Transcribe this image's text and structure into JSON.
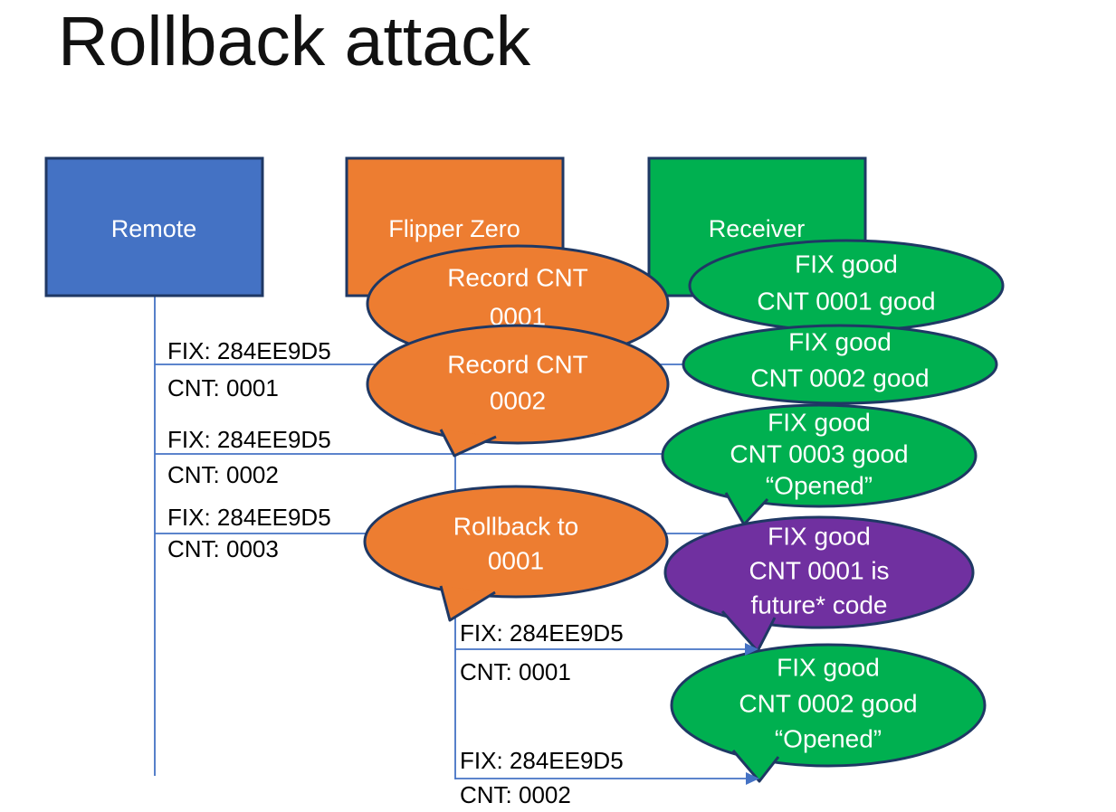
{
  "title": "Rollback attack",
  "colors": {
    "remote_box": "#4472C4",
    "flipper_box": "#ED7D31",
    "receiver_box": "#00B050",
    "purple_bubble": "#7030A0",
    "outline": "#1F3864",
    "connector": "#4472C4"
  },
  "boxes": [
    {
      "label": "Remote"
    },
    {
      "label": "Flipper Zero"
    },
    {
      "label": "Receiver"
    }
  ],
  "messages": [
    {
      "fix": "FIX: 284EE9D5",
      "cnt": "CNT: 0001"
    },
    {
      "fix": "FIX: 284EE9D5",
      "cnt": "CNT: 0002"
    },
    {
      "fix": "FIX: 284EE9D5",
      "cnt": "CNT: 0003"
    },
    {
      "fix": "FIX: 284EE9D5",
      "cnt": "CNT: 0001"
    },
    {
      "fix": "FIX: 284EE9D5",
      "cnt": "CNT: 0002"
    }
  ],
  "bubbles": [
    {
      "id": "record-cnt-0001",
      "lines": [
        "Record CNT",
        "0001"
      ]
    },
    {
      "id": "record-cnt-0002",
      "lines": [
        "Record CNT",
        "0002"
      ]
    },
    {
      "id": "fix-cnt-0001-good",
      "lines": [
        "FIX good",
        "CNT 0001 good"
      ]
    },
    {
      "id": "fix-cnt-0002-good",
      "lines": [
        "FIX good",
        "CNT 0002 good"
      ]
    },
    {
      "id": "fix-cnt-0003-opened",
      "lines": [
        "FIX good",
        "CNT 0003 good",
        "“Opened”"
      ]
    },
    {
      "id": "rollback-to-0001",
      "lines": [
        "Rollback to",
        "0001"
      ]
    },
    {
      "id": "fix-cnt-0001-future",
      "lines": [
        "FIX good",
        "CNT 0001 is",
        "future* code"
      ]
    },
    {
      "id": "fix-cnt-0002-opened",
      "lines": [
        "FIX good",
        "CNT 0002 good",
        "“Opened”"
      ]
    }
  ]
}
